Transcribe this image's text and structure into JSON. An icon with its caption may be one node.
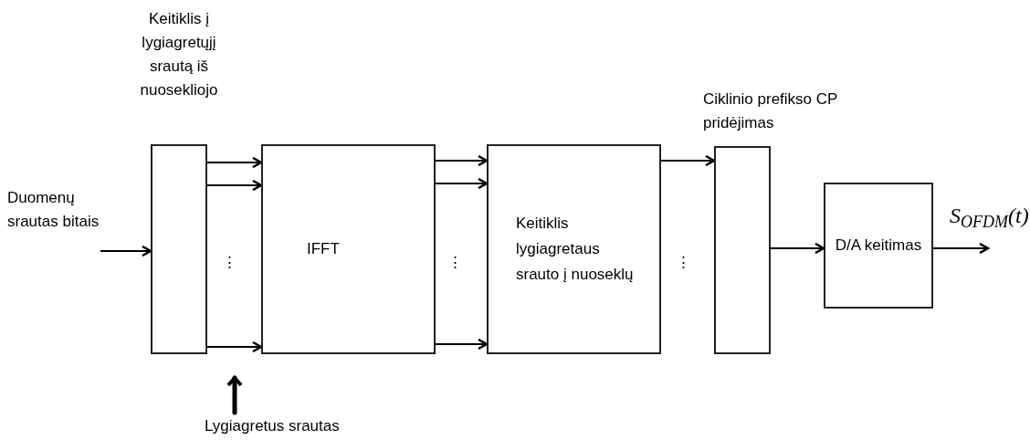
{
  "diagram": {
    "nodes": [
      {
        "text": [
          "Keitiklis į lygiagretųjį srautą iš nuosekliojo"
        ]
      },
      {
        "text": [
          "IFFT"
        ]
      },
      {
        "text": [
          "Keitiklis lygiagretaus srauto į nuoseklų"
        ]
      },
      {
        "text": [
          "Ciklinio prefikso CP pridėjimas"
        ]
      },
      {
        "text": [
          "D/A keitimas"
        ]
      },
      {
        "text": [
          "Lygiagretus srautas"
        ]
      }
    ],
    "edges": [
      {
        "from": null,
        "to": 0,
        "arrow": "to"
      },
      {
        "from": 0,
        "to": 1,
        "arrow": "to"
      },
      {
        "from": 0,
        "to": 1,
        "arrow": "to"
      },
      {
        "from": 0,
        "to": 1,
        "arrow": "to"
      },
      {
        "from": 1,
        "to": 2,
        "arrow": "to"
      },
      {
        "from": 1,
        "to": 2,
        "arrow": "to"
      },
      {
        "from": 1,
        "to": 2,
        "arrow": "to"
      },
      {
        "from": 2,
        "to": 3,
        "arrow": "to"
      },
      {
        "from": 3,
        "to": 4,
        "arrow": "to"
      },
      {
        "from": 4,
        "to": null,
        "arrow": "to",
        "label": "S$_{OFDM}$(t)"
      },
      {
        "from": 5,
        "to": null,
        "arrow": "to",
        "style": "thick"
      }
    ],
    "labels": [
      "Duomenų srautas bitais",
      "⋮",
      "⋮",
      "⋮"
    ]
  }
}
